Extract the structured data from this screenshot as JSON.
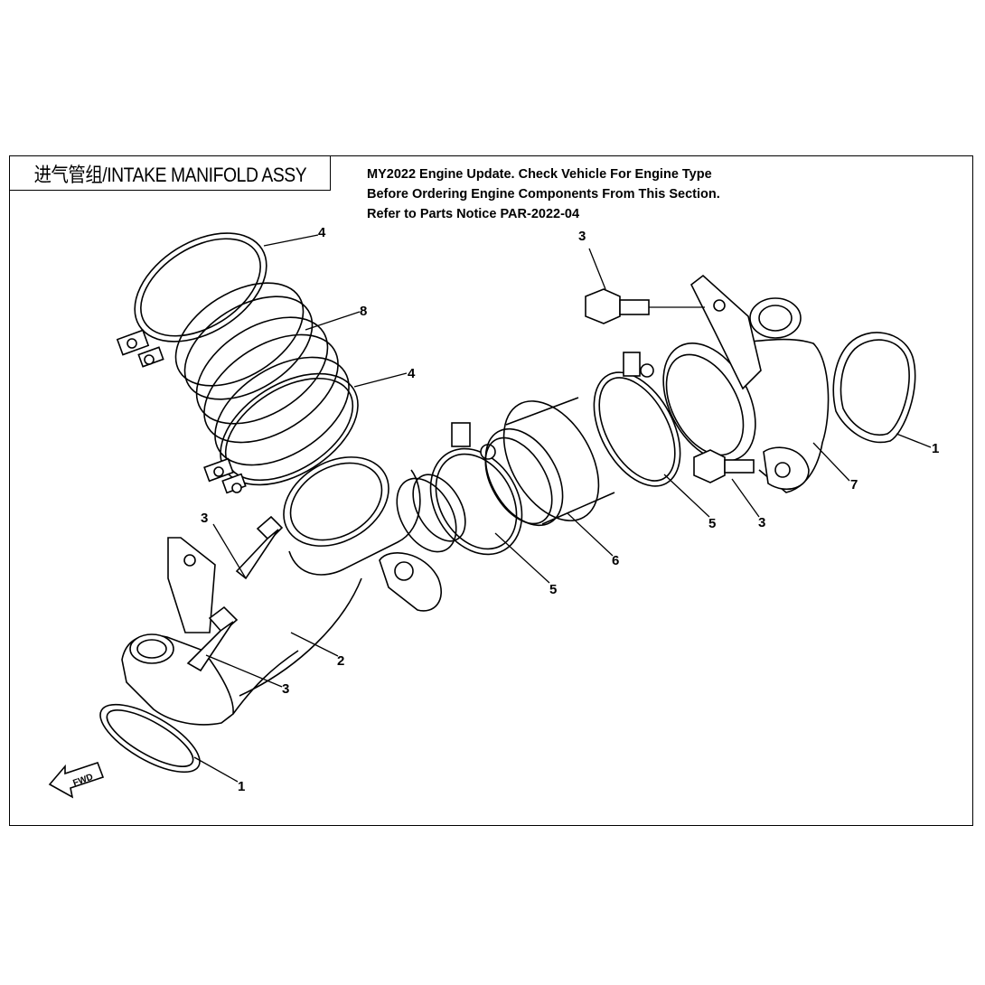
{
  "header": {
    "title": "进气管组/INTAKE MANIFOLD ASSY",
    "notice_lines": [
      "MY2022 Engine Update. Check Vehicle For Engine Type",
      "Before Ordering Engine Components From This Section.",
      "Refer to Parts Notice PAR-2022-04"
    ]
  },
  "callouts": [
    {
      "id": "callout-4-top",
      "label": "4"
    },
    {
      "id": "callout-8",
      "label": "8"
    },
    {
      "id": "callout-4-mid",
      "label": "4"
    },
    {
      "id": "callout-3-topright",
      "label": "3"
    },
    {
      "id": "callout-1-right",
      "label": "1"
    },
    {
      "id": "callout-7",
      "label": "7"
    },
    {
      "id": "callout-3-right",
      "label": "3"
    },
    {
      "id": "callout-5-right",
      "label": "5"
    },
    {
      "id": "callout-6",
      "label": "6"
    },
    {
      "id": "callout-5-mid",
      "label": "5"
    },
    {
      "id": "callout-3-left",
      "label": "3"
    },
    {
      "id": "callout-2",
      "label": "2"
    },
    {
      "id": "callout-3-bottom",
      "label": "3"
    },
    {
      "id": "callout-1-bottom",
      "label": "1"
    }
  ],
  "fwd_label": "FWD"
}
